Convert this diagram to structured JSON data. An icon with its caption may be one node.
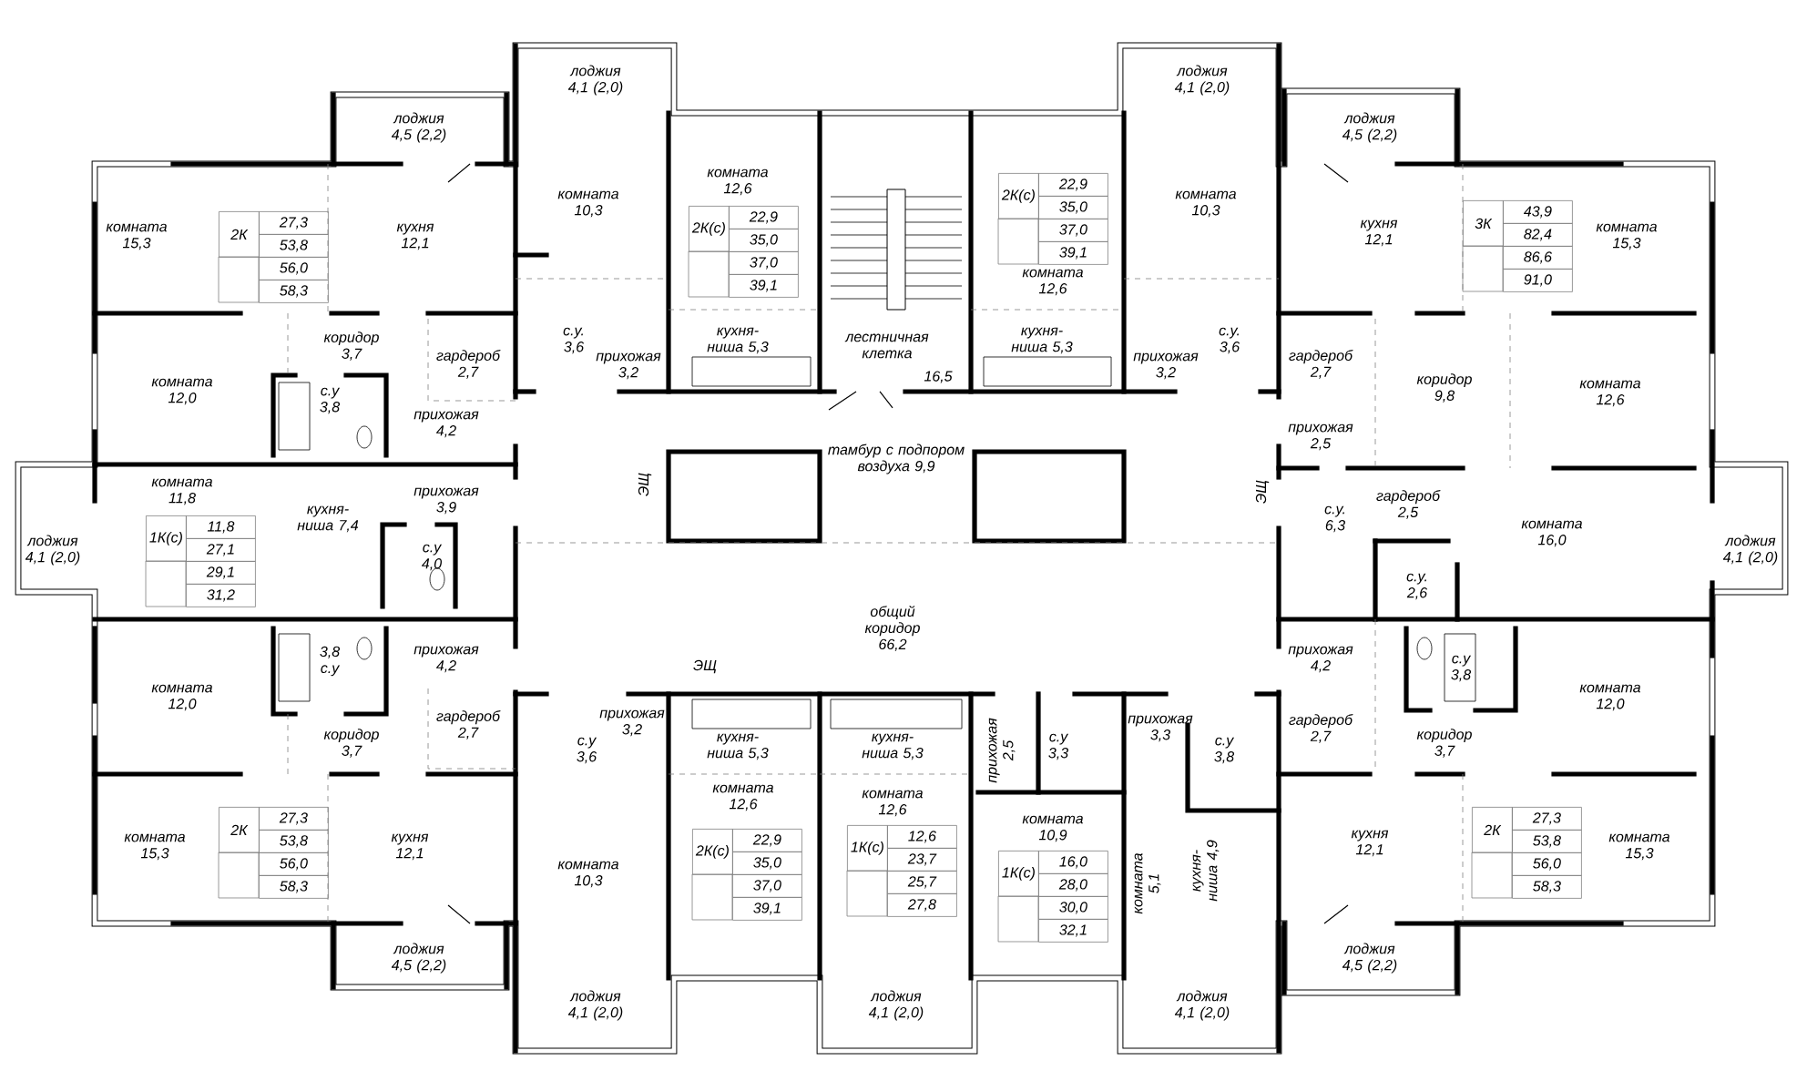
{
  "diagram": {
    "labels": [
      "лоджия 4,1 (2,0)",
      "лоджия 4,1 (2,0)",
      "лоджия 4,5 (2,2)",
      "лоджия 4,5 (2,2)",
      "комната 12,6",
      "2К(с)",
      "22,9",
      "35,0",
      "37,0",
      "39,1",
      "комната 10,3",
      "комната 10,3",
      "2К(с)",
      "22,9",
      "35,0",
      "37,0",
      "39,1",
      "3К",
      "43,9",
      "82,4",
      "86,6",
      "91,0",
      "2К",
      "27,3",
      "53,8",
      "56,0",
      "58,3",
      "комната 15,3",
      "кухня 12,1",
      "кухня 12,1",
      "комната 15,3",
      "комната 12,6",
      "коридор 3,7",
      "гардероб 2,7",
      "с.у. 3,6",
      "прихожая 3,2",
      "кухня-ниша 5,3",
      "лестничная клетка",
      "16,5",
      "кухня-ниша 5,3",
      "прихожая 3,2",
      "с.у. 3,6",
      "гардероб 2,7",
      "комната 12,0",
      "с.у 3,8",
      "коридор 9,8",
      "комната 12,6",
      "прихожая 4,2",
      "прихожая 2,5",
      "тамбур с подпором воздуха 9,9",
      "комната 11,8",
      "прихожая 3,9",
      "ЭЩ",
      "ЭЩ",
      "кухня-ниша 7,4",
      "с.у. 6,3",
      "гардероб 2,5",
      "комната 16,0",
      "лоджия 4,1 (2,0)",
      "лоджия 4,1 (2,0)",
      "1К(с)",
      "11,8",
      "27,1",
      "29,1",
      "31,2",
      "с.у 4,0",
      "с.у. 2,6",
      "общий коридор 66,2",
      "3,8 с.у",
      "прихожая 4,2",
      "прихожая 4,2",
      "с.у 3,8",
      "ЭЩ",
      "комната 12,0",
      "комната 12,0",
      "гардероб 2,7",
      "прихожая 3,2",
      "прихожая 3,3",
      "гардероб 2,7",
      "коридор 3,7",
      "с.у 3,6",
      "кухня-ниша 5,3",
      "кухня-ниша 5,3",
      "прихожая 2,5",
      "с.у 3,3",
      "с.у 3,8",
      "коридор 3,7",
      "комната 12,6",
      "комната 12,6",
      "комната 10,9",
      "2К",
      "27,3",
      "53,8",
      "56,0",
      "58,3",
      "2К(с)",
      "22,9",
      "35,0",
      "37,0",
      "39,1",
      "1К(с)",
      "12,6",
      "23,7",
      "25,7",
      "27,8",
      "1К(с)",
      "16,0",
      "28,0",
      "30,0",
      "32,1",
      "2К",
      "27,3",
      "53,8",
      "56,0",
      "58,3",
      "комната 15,3",
      "кухня 12,1",
      "кухня 12,1",
      "комната 15,3",
      "комната 10,3",
      "комната 5,1",
      "кухня-ниша 4,9",
      "лоджия 4,5 (2,2)",
      "лоджия 4,5 (2,2)",
      "лоджия 4,1 (2,0)",
      "лоджия 4,1 (2,0)",
      "лоджия 4,1 (2,0)"
    ]
  }
}
